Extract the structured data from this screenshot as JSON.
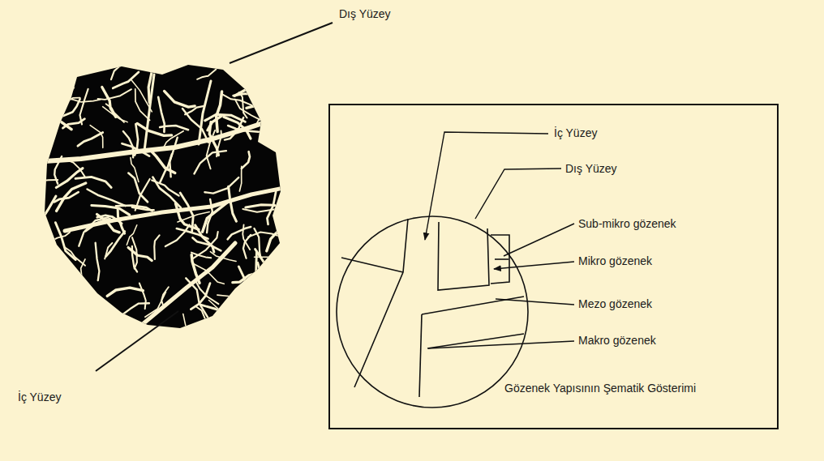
{
  "diagram": {
    "nodes": [
      {
        "text": [
          "Gözenek Yapısının Şematik Gösterimi"
        ]
      }
    ],
    "labels": [
      "Dış Yüzey",
      "İç Yüzey",
      "İç Yüzey",
      "Dış Yüzey",
      "Sub-mikro gözenek",
      "Mikro gözenek",
      "Mezo gözenek",
      "Makro gözenek"
    ]
  }
}
